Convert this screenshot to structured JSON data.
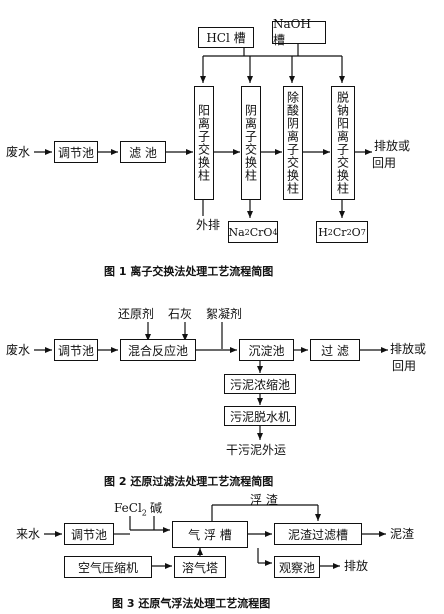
{
  "fig1": {
    "hcl_tank": "HCl 槽",
    "naoh_tank": "NaOH 槽",
    "wastewater": "废水",
    "adjust_tank": "调节池",
    "filter_tank": "滤  池",
    "cation_column": "阳离子交换柱",
    "anion_column": "阴离子交换柱",
    "acid_removal_column": "除酸阴离子交换柱",
    "desodium_column": "脱钠阳离子交换柱",
    "discharge": "排放或",
    "reuse": "回用",
    "external_discharge": "外排",
    "na2cro4_a": "Na",
    "na2cro4_b": "2",
    "na2cro4_c": "CrO",
    "na2cro4_d": "4",
    "h2cr2o7_a": "H",
    "h2cr2o7_b": "2",
    "h2cr2o7_c": "Cr",
    "h2cr2o7_d": "2",
    "h2cr2o7_e": "O",
    "h2cr2o7_f": "7",
    "caption": "图 1   离子交换法处理工艺流程简图"
  },
  "fig2": {
    "reductant": "还原剂",
    "lime": "石灰",
    "flocculant": "絮凝剂",
    "wastewater": "废水",
    "adjust_tank": "调节池",
    "mix_reaction_tank": "混合反应池",
    "sedimentation_tank": "沉淀池",
    "filtration": "过   滤",
    "discharge": "排放或",
    "reuse": "回用",
    "sludge_thickener": "污泥浓缩池",
    "sludge_dewatering": "污泥脱水机",
    "dry_sludge_out": "干污泥外运",
    "caption": "图 2    还原过滤法处理工艺流程简图"
  },
  "fig3": {
    "scum": "浮   渣",
    "incoming_water": "来水",
    "fecl2_a": "FeCl",
    "fecl2_b": "2",
    "alkali": "碱",
    "adjust_tank": "调节池",
    "air_flotation_tank": "气   浮   槽",
    "sludge_filter_tank": "泥渣过滤槽",
    "sludge": "泥渣",
    "air_compressor": "空气压缩机",
    "dissolved_air_tower": "溶气塔",
    "observation_tank": "观察池",
    "discharge": "排放",
    "caption": "图 3    还原气浮法处理工艺流程图"
  }
}
